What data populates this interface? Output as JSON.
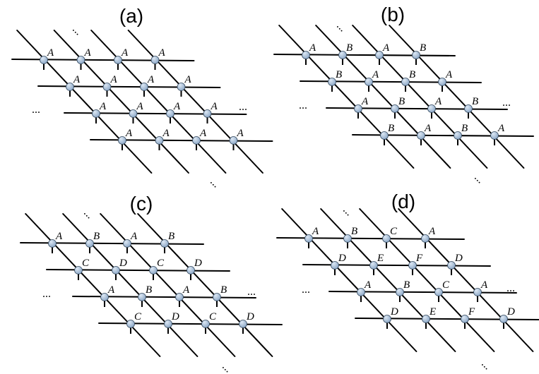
{
  "colors": {
    "node_fill": "#8ea9c8",
    "node_highlight": "#dde8f4",
    "node_stroke": "#34495e",
    "line": "#000000"
  },
  "ellipsis": "...",
  "panels": [
    {
      "label": "(a)",
      "rows": [
        [
          "A",
          "A",
          "A",
          "A"
        ],
        [
          "A",
          "A",
          "A",
          "A"
        ],
        [
          "A",
          "A",
          "A",
          "A"
        ],
        [
          "A",
          "A",
          "A",
          "A"
        ]
      ]
    },
    {
      "label": "(b)",
      "rows": [
        [
          "A",
          "B",
          "A",
          "B"
        ],
        [
          "B",
          "A",
          "B",
          "A"
        ],
        [
          "A",
          "B",
          "A",
          "B"
        ],
        [
          "B",
          "A",
          "B",
          "A"
        ]
      ]
    },
    {
      "label": "(c)",
      "rows": [
        [
          "A",
          "B",
          "A",
          "B"
        ],
        [
          "C",
          "D",
          "C",
          "D"
        ],
        [
          "A",
          "B",
          "A",
          "B"
        ],
        [
          "C",
          "D",
          "C",
          "D"
        ]
      ]
    },
    {
      "label": "(d)",
      "rows": [
        [
          "A",
          "B",
          "C",
          "A"
        ],
        [
          "D",
          "E",
          "F",
          "D"
        ],
        [
          "A",
          "B",
          "C",
          "A"
        ],
        [
          "D",
          "E",
          "F",
          "D"
        ]
      ]
    }
  ]
}
